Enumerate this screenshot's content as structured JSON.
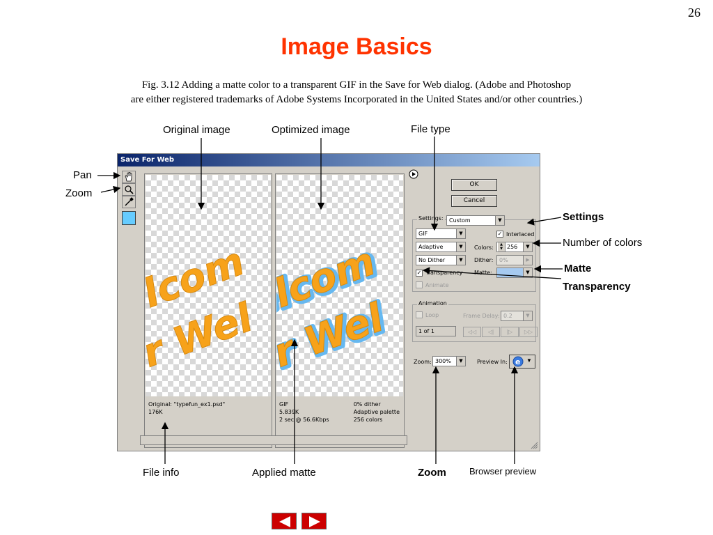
{
  "page_number": "26",
  "title": "Image Basics",
  "caption": {
    "line1": "Fig. 3.12   Adding a matte color to a transparent GIF in the Save for Web dialog. (Adobe and Photoshop",
    "line2": "are either registered trademarks of Adobe Systems Incorporated in the United States and/or other countries.)"
  },
  "callouts": {
    "original_image": "Original image",
    "optimized_image": "Optimized image",
    "file_type": "File type",
    "pan": "Pan",
    "zoom_tool": "Zoom",
    "settings": "Settings",
    "number_of_colors": "Number of colors",
    "matte": "Matte",
    "transparency": "Transparency",
    "file_info": "File info",
    "applied_matte": "Applied matte",
    "zoom": "Zoom",
    "browser_preview": "Browser preview"
  },
  "dialog": {
    "title": "Save For Web",
    "preview_text": {
      "line1": "elcom",
      "line2": "r Wel"
    },
    "original_info": {
      "line1": "Original: \"typefun_ex1.psd\"",
      "line2": "176K"
    },
    "optimized_info": {
      "left": {
        "line1": "GIF",
        "line2": "5.839K",
        "line3": "2 sec @ 56.6Kbps"
      },
      "right": {
        "line1": "0% dither",
        "line2": "Adaptive palette",
        "line3": "256 colors"
      }
    },
    "ok_label": "OK",
    "cancel_label": "Cancel",
    "settings_label": "Settings:",
    "settings_value": "Custom",
    "format_value": "GIF",
    "palette_value": "Adaptive",
    "dither_method_value": "No Dither",
    "interlaced_label": "Interlaced",
    "colors_label": "Colors:",
    "colors_value": "256",
    "dither_label": "Dither:",
    "dither_value": "0%",
    "transparency_label": "Transparency",
    "matte_label": "Matte:",
    "matte_color": "#a6caf0",
    "animate_label": "Animate",
    "animation_group_label": "Animation",
    "loop_label": "Loop",
    "frame_delay_label": "Frame Delay:",
    "frame_delay_value": "0.2",
    "frame_counter": "1 of 1",
    "zoom_label": "Zoom:",
    "zoom_value": "300%",
    "preview_in_label": "Preview In:",
    "swatch_color": "#66ccff"
  }
}
